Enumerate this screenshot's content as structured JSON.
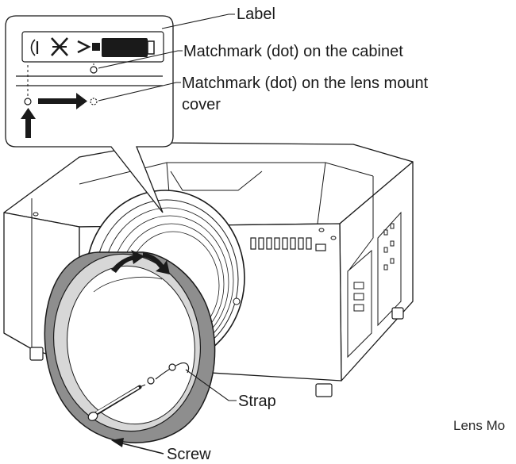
{
  "labels": {
    "label": "Label",
    "matchmark_cabinet": "Matchmark (dot) on the cabinet",
    "matchmark_cover_line1": "Matchmark (dot) on the lens mount",
    "matchmark_cover_line2": "cover",
    "strap": "Strap",
    "screw": "Screw",
    "clipped_caption": "Lens Mo"
  },
  "icons": {
    "label_symbols": [
      "focus-bracket-icon",
      "no-sun-icon",
      "greater-than-icon",
      "projector-icon"
    ],
    "arrows": [
      "rotate-arrow-icon",
      "rotate-arrow-icon",
      "right-arrow-icon",
      "up-arrow-icon"
    ]
  },
  "colors": {
    "ink": "#1a1a1a",
    "ring_gray": "#8e8e8e",
    "ring_light": "#d7d7d7",
    "paper": "#ffffff"
  }
}
